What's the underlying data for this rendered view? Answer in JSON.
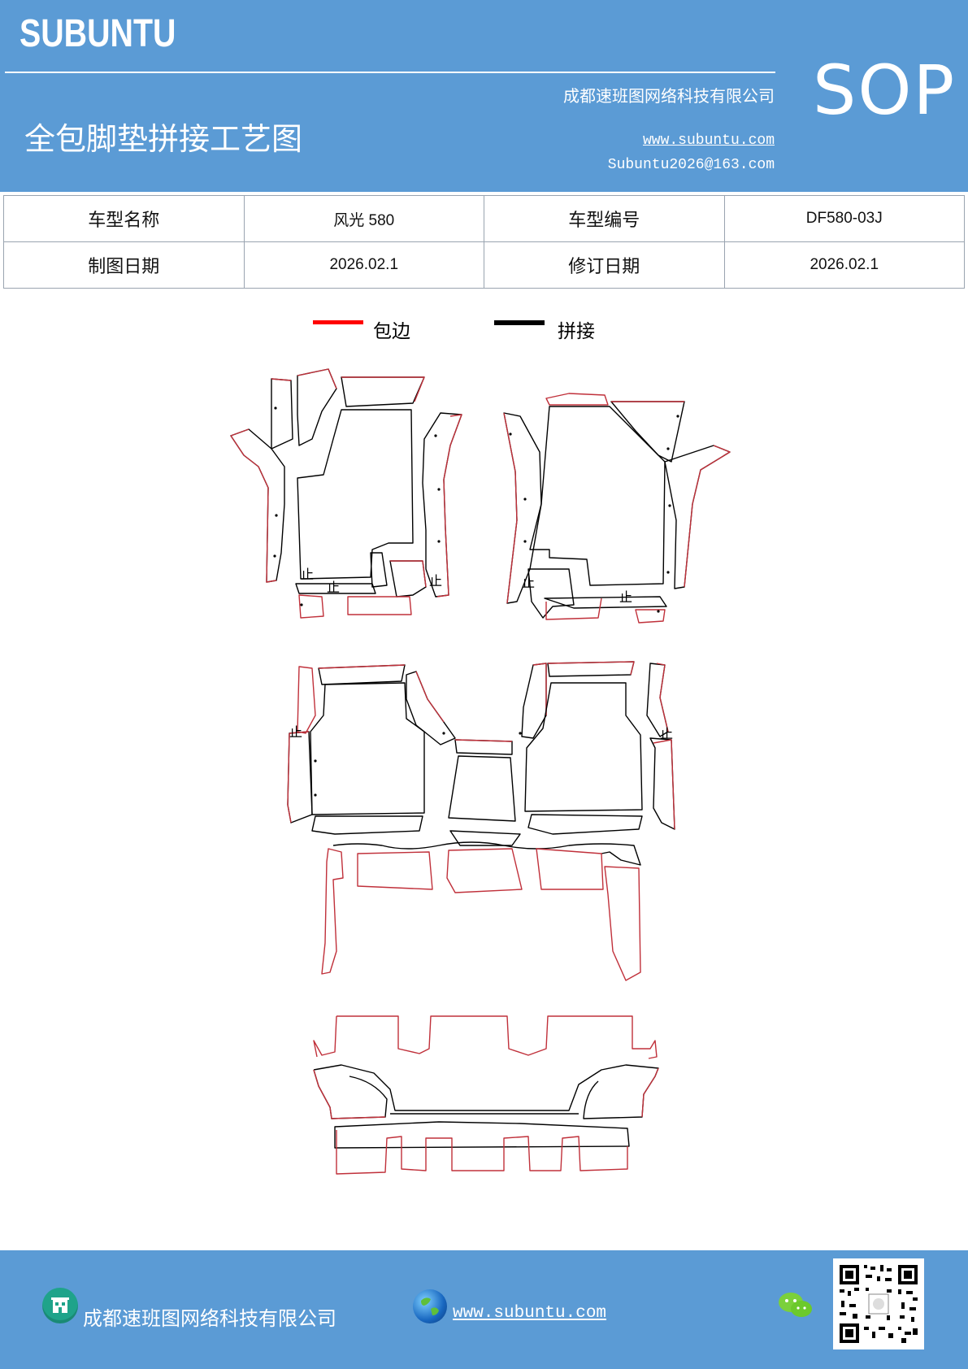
{
  "header": {
    "brand": "SUBUNTU",
    "company": "成都速班图网络科技有限公司",
    "title": "全包脚垫拼接工艺图",
    "website": "www.subuntu.com",
    "email": "Subuntu2026@163.com",
    "badge": "SOP",
    "background_color": "#5b9bd5"
  },
  "info_table": {
    "rows": [
      [
        "车型名称",
        "风光 580",
        "车型编号",
        "DF580-03J"
      ],
      [
        "制图日期",
        "2026.02.1",
        "修订日期",
        "2026.02.1"
      ]
    ]
  },
  "legend": {
    "items": [
      {
        "label": "包边",
        "color": "#ff0000"
      },
      {
        "label": "拼接",
        "color": "#000000"
      }
    ]
  },
  "drawing": {
    "mark_label": "止"
  },
  "footer": {
    "company": "成都速班图网络科技有限公司",
    "website": "www.subuntu.com",
    "icons": [
      "building-icon",
      "globe-icon",
      "wechat-icon",
      "qr-code"
    ],
    "background_color": "#5b9bd5"
  }
}
